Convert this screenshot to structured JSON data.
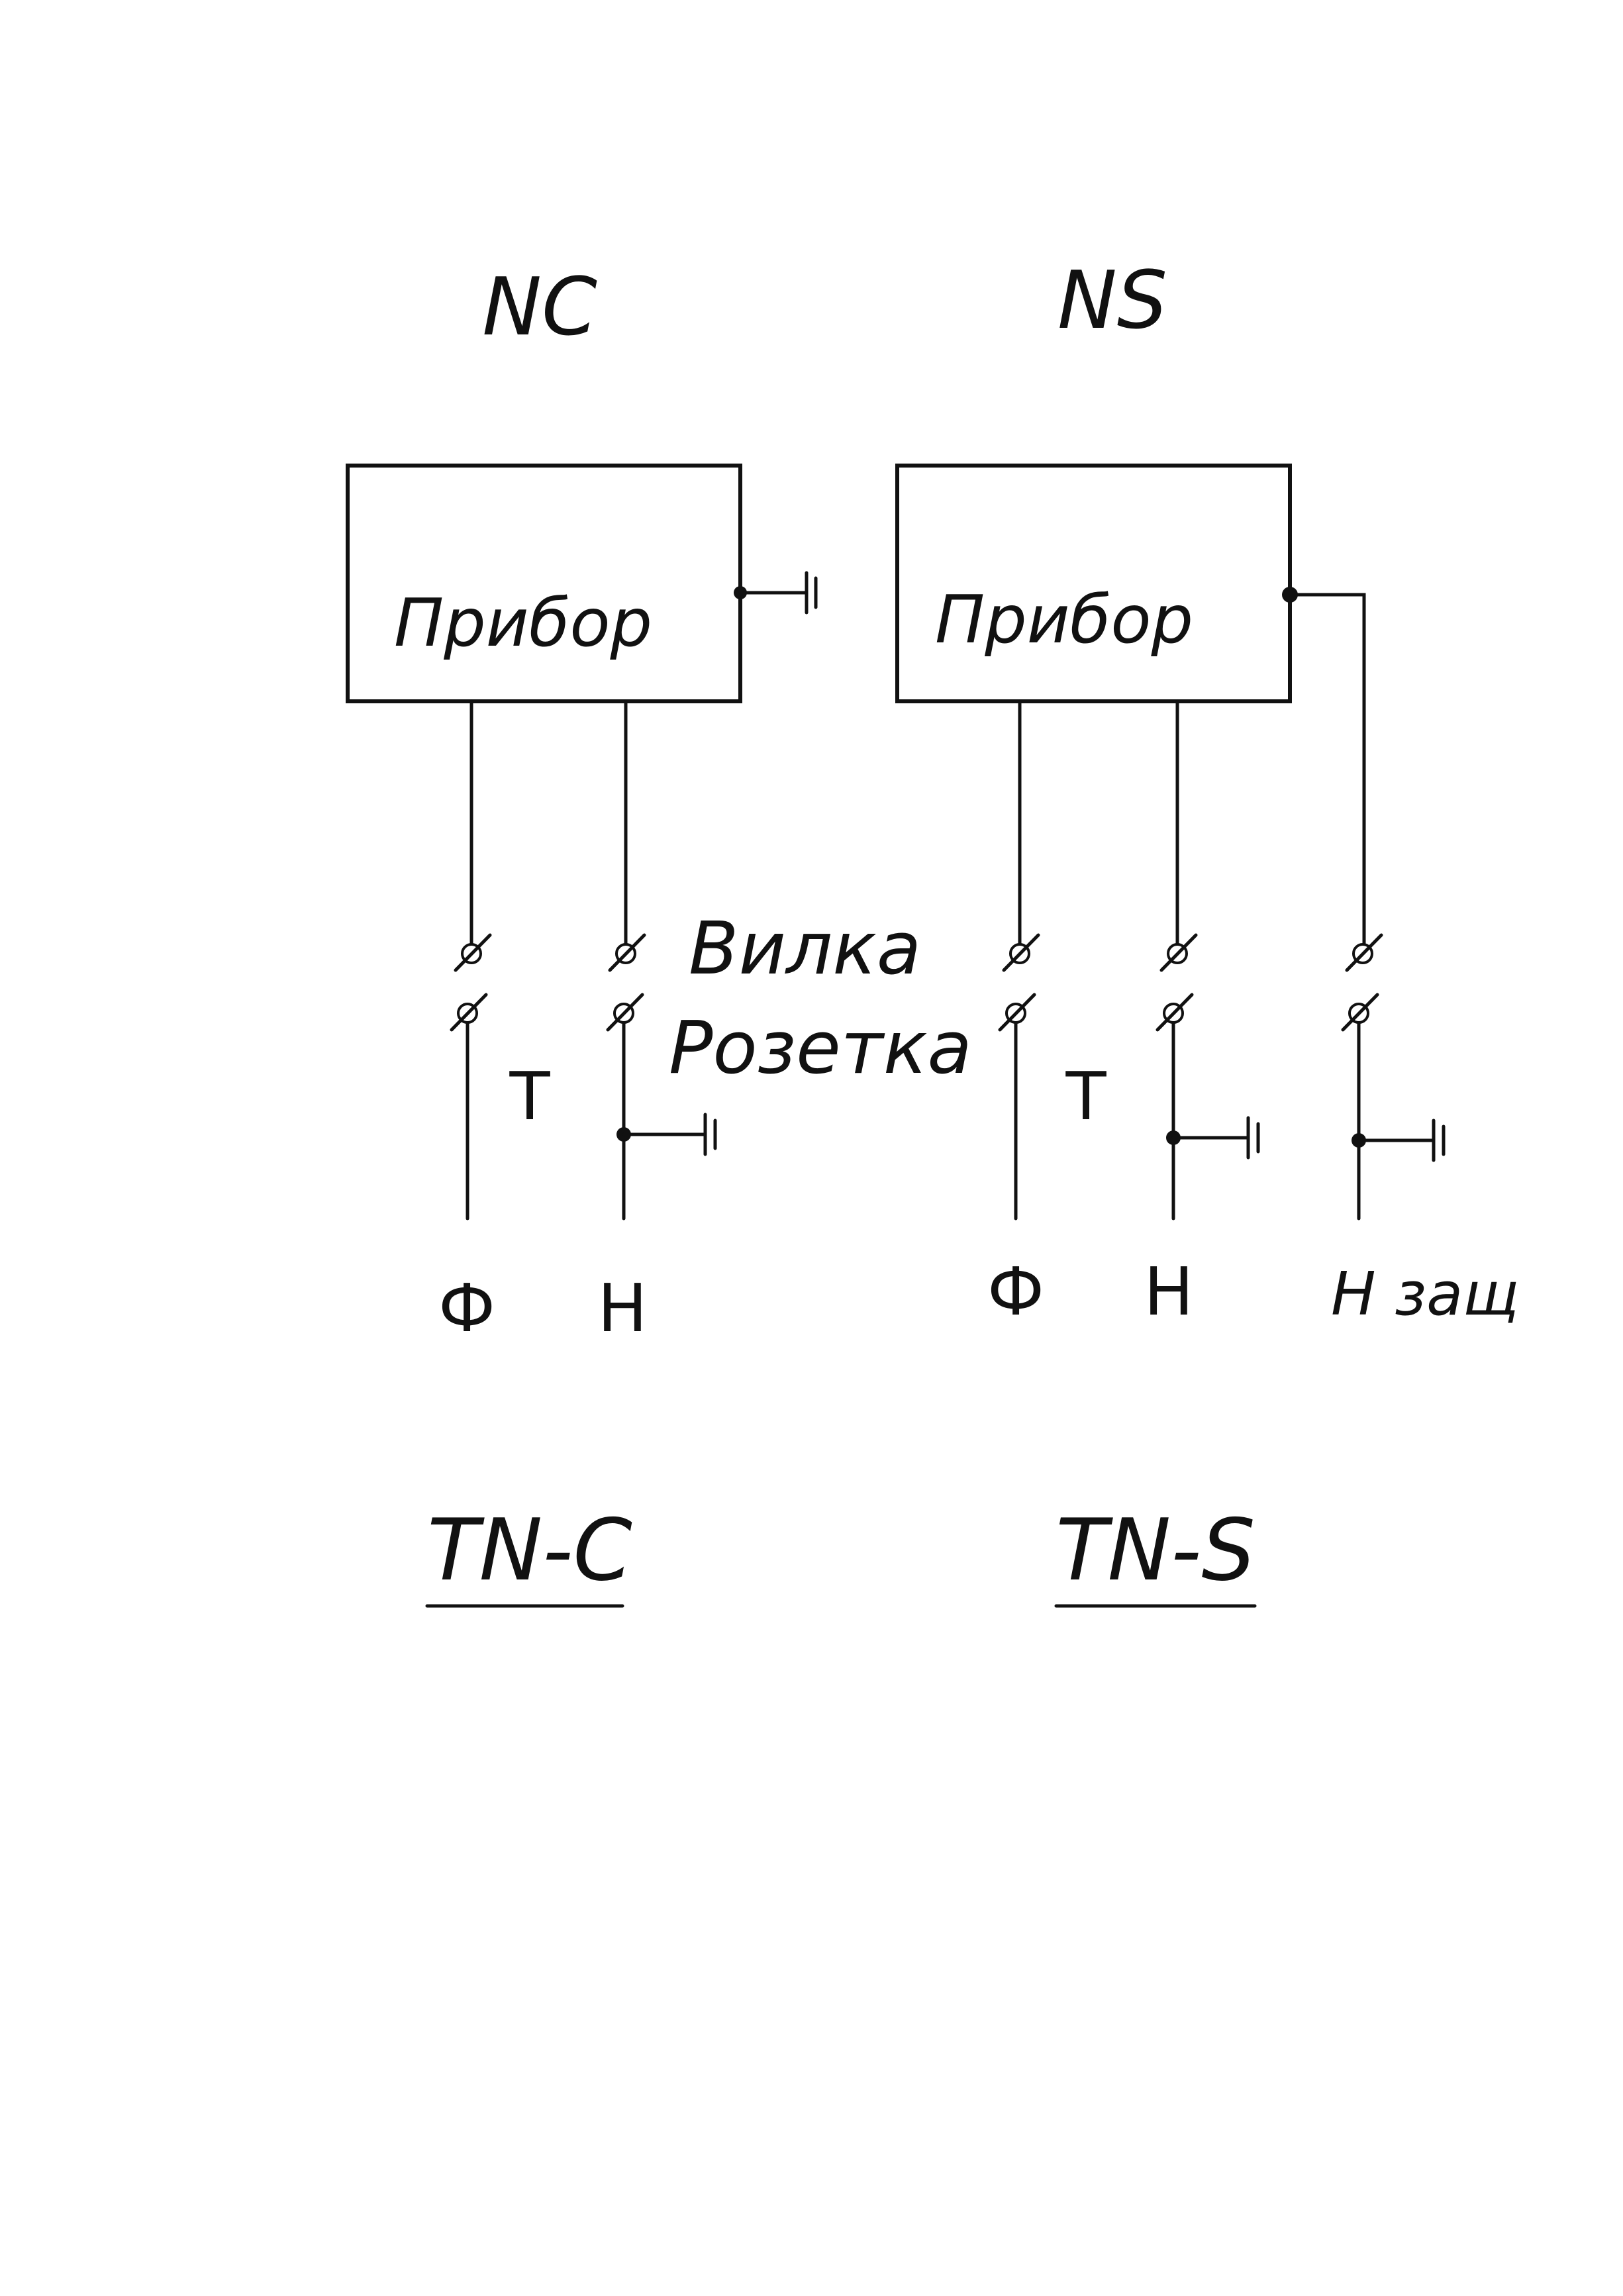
{
  "left": {
    "header": "NC",
    "device_label": "Прибор",
    "phase_label": "Ф",
    "neutral_label": "Н",
    "t_label": "Т",
    "system_label": "TN-C"
  },
  "right": {
    "header": "NS",
    "device_label": "Прибор",
    "phase_label": "Ф",
    "neutral_label": "Н",
    "protective_label": "Н защ",
    "t_label": "Т",
    "system_label": "TN-S"
  },
  "plug_label": "Вилка",
  "socket_label": "Розетка",
  "colors": {
    "ink": "#111111",
    "paper": "#ffffff"
  }
}
